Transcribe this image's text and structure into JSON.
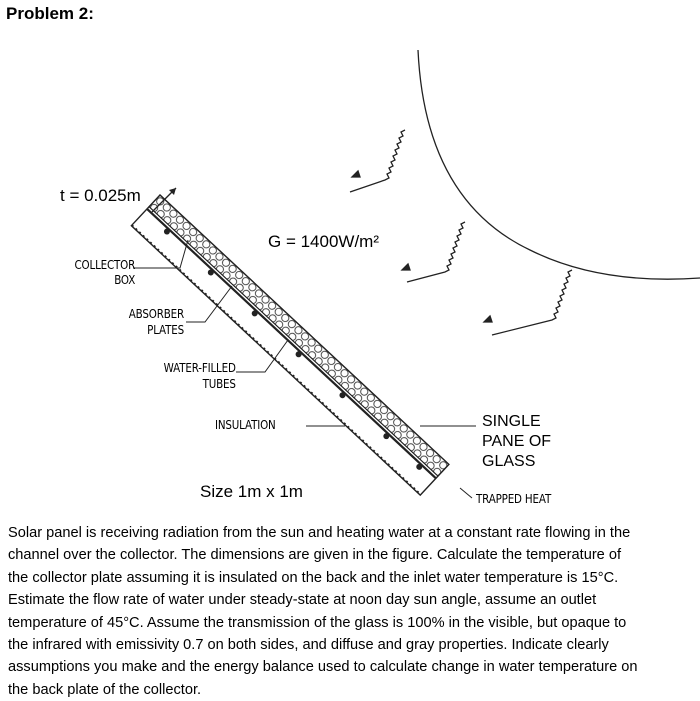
{
  "title": "Problem 2:",
  "figure": {
    "thickness_label": "t = 0.025m",
    "irradiance_label": "G = 1400W/m²",
    "size_label": "Size 1m x 1m",
    "collector_box": [
      "COLLECTOR",
      "BOX"
    ],
    "absorber_plates": [
      "ABSORBER",
      "PLATES"
    ],
    "water_tubes": [
      "WATER-FILLED",
      "TUBES"
    ],
    "insulation": "INSULATION",
    "glass": [
      "SINGLE",
      "PANE OF",
      "GLASS"
    ],
    "trapped_heat": "TRAPPED HEAT"
  },
  "paragraph_lines": [
    "Solar panel is receiving radiation from the sun and heating water at a constant rate flowing in the",
    "channel over the collector. The dimensions are given in the figure. Calculate the temperature of",
    "the collector plate assuming it is insulated on the back and the inlet water temperature is 15°C.",
    "Estimate the flow rate of water under steady-state at noon day sun angle, assume an outlet",
    "temperature of 45°C. Assume the transmission of the glass is 100% in the visible, but opaque to",
    "the infrared with emissivity 0.7 on both sides, and diffuse and gray properties. Indicate clearly",
    "assumptions you make and the energy balance used to calculate change in water temperature on",
    "the back plate of the collector."
  ]
}
